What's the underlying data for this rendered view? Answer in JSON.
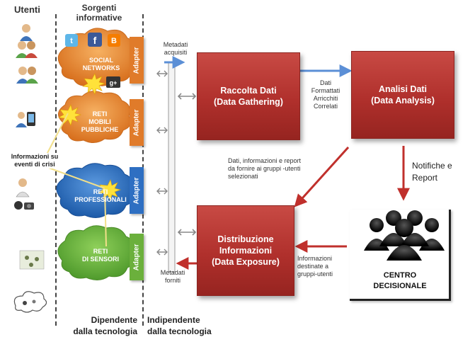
{
  "headers": {
    "utenti": "Utenti",
    "sorgenti": [
      "Sorgenti",
      "informative"
    ]
  },
  "clouds": [
    {
      "label": [
        "SOCIAL",
        "NETWORKS"
      ],
      "color": "#e8862e"
    },
    {
      "label": [
        "RETI",
        "MOBILI",
        "PUBBLICHE"
      ],
      "color": "#e8862e"
    },
    {
      "label": [
        "RETI",
        "PROFESSIONALI"
      ],
      "color": "#2e6fc2"
    },
    {
      "label": [
        "RETI",
        "DI SENSORI"
      ],
      "color": "#5bab3a"
    }
  ],
  "adapter_label": "Adapter",
  "emergency_note": [
    "Informazioni su",
    "eventi di crisi"
  ],
  "metadata": {
    "acquired": [
      "Metadati",
      "acquisiti"
    ],
    "provided": [
      "Metadati",
      "forniti"
    ]
  },
  "boxes": {
    "gathering": [
      "Raccolta Dati",
      "(Data Gathering)"
    ],
    "analysis": [
      "Analisi Dati",
      "(Data Analysis)"
    ],
    "exposure": [
      "Distribuzione",
      "Informazioni",
      "(Data Exposure)"
    ]
  },
  "arrow_labels": {
    "formatted": [
      "Dati",
      "Formattati",
      "Arricchiti",
      "Correlati"
    ],
    "to_groups": [
      "Dati, informazioni e report",
      "da fornire ai gruppi -utenti",
      "selezionati"
    ],
    "notifications": [
      "Notifiche e",
      "Report"
    ],
    "destined": [
      "Informazioni",
      "destinate a",
      "gruppi-utenti"
    ]
  },
  "decision_center": [
    "CENTRO",
    "DECISIONALE"
  ],
  "bottom": {
    "dependent": [
      "Dipendente",
      "dalla tecnologia"
    ],
    "independent": [
      "Indipendente",
      "dalla tecnologia"
    ]
  },
  "colors": {
    "box_red": "#b0302c",
    "arrow_blue": "#5b8fd6",
    "arrow_red": "#c0302c",
    "adapter_orange": "#e07b2a",
    "adapter_blue": "#2e6fc2",
    "adapter_green": "#6bb03c"
  }
}
